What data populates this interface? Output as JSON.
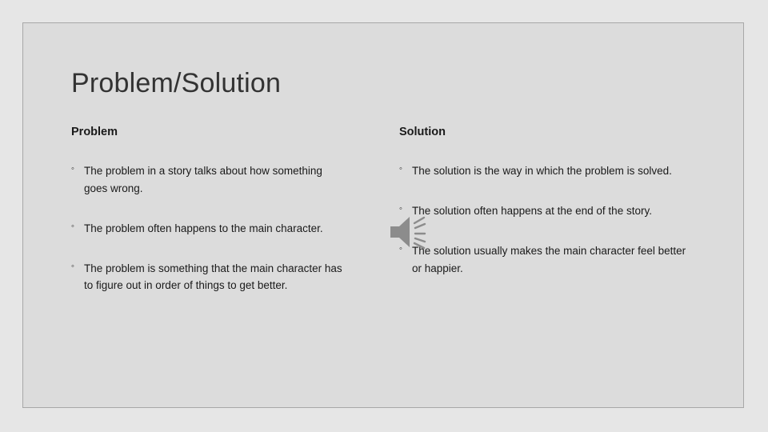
{
  "slide": {
    "title": "Problem/Solution",
    "bullet_mark": "◦",
    "columns": [
      {
        "heading": "Problem",
        "bullets": [
          "The problem in a story talks about how something goes wrong.",
          "The problem often happens to the main character.",
          "The problem is something that the main character has to figure out in order of things to get better."
        ]
      },
      {
        "heading": "Solution",
        "bullets": [
          "The solution is the way in which the problem is solved.",
          "The solution often happens at the end of the story.",
          "The solution usually makes the main character feel better or happier."
        ]
      }
    ],
    "media": {
      "icon": "audio-speaker-icon"
    },
    "colors": {
      "background": "#e6e6e6",
      "slide_fill": "#dcdcdc",
      "slide_border": "#a8a8a8",
      "title_text": "#333333",
      "body_text": "#1a1a1a",
      "speaker_icon": "#8c8c8c"
    }
  }
}
